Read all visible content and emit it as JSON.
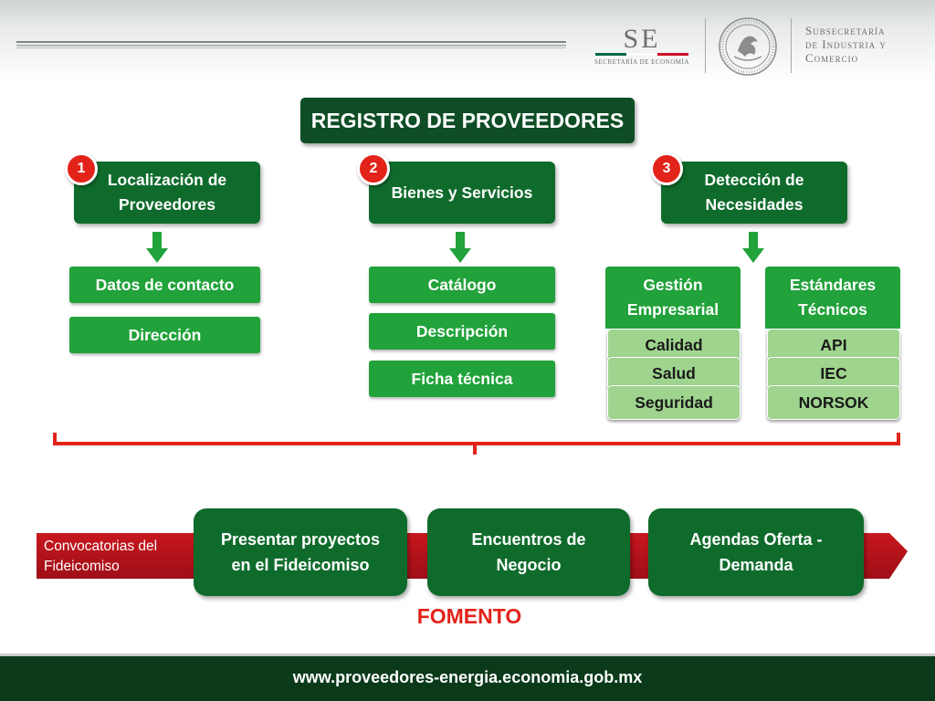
{
  "header": {
    "logo_text": "SE",
    "logo_subtitle": "SECRETARÍA DE ECONOMÍA",
    "agency_lines": [
      "Subsecretaría",
      "de Industria y",
      "Comercio"
    ]
  },
  "title": "REGISTRO DE PROVEEDORES",
  "categories": [
    {
      "number": "1",
      "label": "Localización  de\nProveedores",
      "items": [
        "Datos de contacto",
        "Dirección"
      ]
    },
    {
      "number": "2",
      "label": "Bienes y Servicios",
      "items": [
        "Catálogo",
        "Descripción",
        "Ficha técnica"
      ]
    },
    {
      "number": "3",
      "label": "Detección de\nNecesidades"
    }
  ],
  "needs_groups": [
    {
      "head": "Gestión\nEmpresarial",
      "items": [
        "Calidad",
        "Salud",
        "Seguridad"
      ]
    },
    {
      "head": "Estándares\nTécnicos",
      "items": [
        "API",
        "IEC",
        "NORSOK"
      ]
    }
  ],
  "band": {
    "label": "Convocatorias del\nFideicomiso",
    "stages": [
      "Presentar proyectos\nen el Fideicomiso",
      "Encuentros de\nNegocio",
      "Agendas Oferta -\nDemanda"
    ],
    "caption": "FOMENTO"
  },
  "footer": {
    "url": "www.proveedores-energia.economia.gob.mx"
  },
  "colors": {
    "dark_green": "#0f6b2c",
    "title_green": "#0e4d25",
    "bright_green": "#21a23a",
    "light_green": "#9fd48e",
    "red": "#e2231a",
    "band_red": "#b5121b"
  }
}
